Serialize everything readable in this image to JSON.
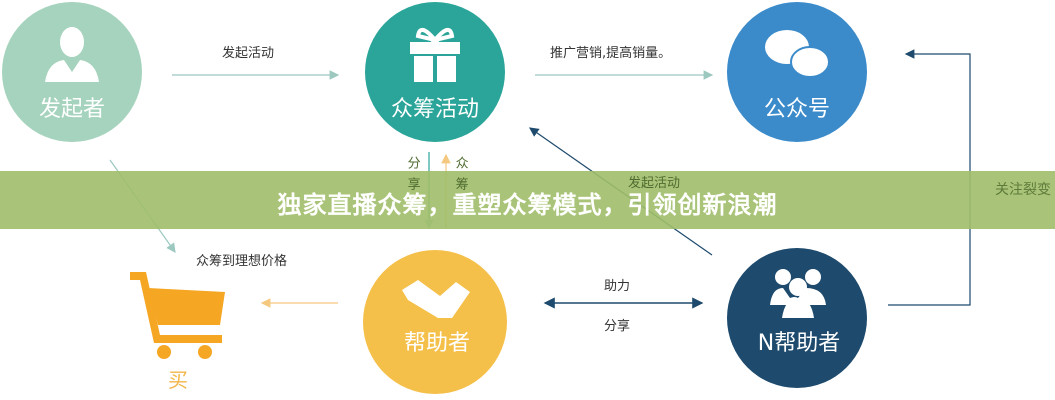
{
  "nodes": {
    "initiator": {
      "label": "发起者",
      "color": "#a6d3bd",
      "icon": "person-icon"
    },
    "crowdfunding": {
      "label": "众筹活动",
      "color": "#2ba59a",
      "icon": "gift-icon"
    },
    "official_account": {
      "label": "公众号",
      "color": "#3b8bcb",
      "icon": "wechat-icon"
    },
    "helper": {
      "label": "帮助者",
      "color": "#f5c04a",
      "icon": "handshake-icon"
    },
    "n_helpers": {
      "label": "N帮助者",
      "color": "#1d4a6d",
      "icon": "group-icon"
    },
    "buy": {
      "label": "买",
      "color": "#f5a623",
      "icon": "cart-icon"
    }
  },
  "edges": {
    "launch": "发起活动",
    "promote": "推广营销,提高销量。",
    "share_v": "分享",
    "crowd_v": "众筹",
    "launch2": "发起活动",
    "ideal_price": "众筹到理想价格",
    "assist": "助力",
    "share": "分享",
    "follow": "关注裂变"
  },
  "banner": {
    "title": "独家直播众筹，重塑众筹模式，引领创新浪潮"
  }
}
